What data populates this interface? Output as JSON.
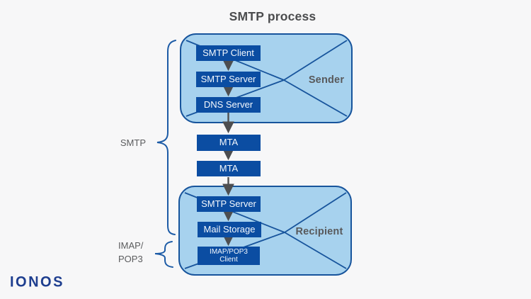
{
  "title": "SMTP process",
  "sender_envelope": {
    "label": "Sender",
    "boxes": [
      {
        "label": "SMTP Client"
      },
      {
        "label": "SMTP Server"
      },
      {
        "label": "DNS Server"
      }
    ]
  },
  "mta_boxes": [
    {
      "label": "MTA"
    },
    {
      "label": "MTA"
    }
  ],
  "recipient_envelope": {
    "label": "Recipient",
    "boxes": [
      {
        "label": "SMTP Server"
      },
      {
        "label": "Mail Storage"
      }
    ],
    "client_box": {
      "line1": "IMAP/POP3",
      "line2": "Client"
    }
  },
  "braces": {
    "smtp_label": "SMTP",
    "imap_label_line1": "IMAP/",
    "imap_label_line2": "POP3"
  },
  "logo": "IONOS",
  "colors": {
    "background": "#f7f7f8",
    "envelope_fill": "#a7d2ee",
    "envelope_stroke": "#17549c",
    "node_fill": "#0b4da2",
    "node_text": "#f3f8fd",
    "arrow": "#4d4e50",
    "brace": "#1c5ba6",
    "label_gray": "#58595b",
    "title_gray": "#4b4c4e",
    "logo_blue": "#1e3e8f"
  }
}
